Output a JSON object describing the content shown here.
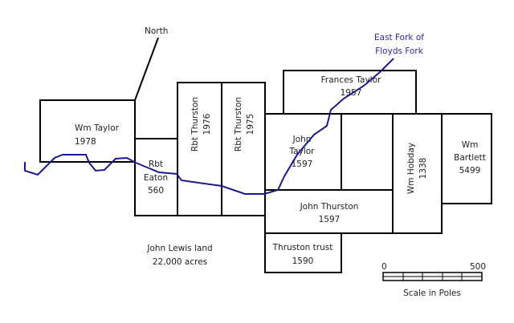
{
  "north_label": "North",
  "river": {
    "label_line1": "East Fork of",
    "label_line2": "Floyds Fork",
    "color": "#1a1a8c"
  },
  "lots": {
    "wm_taylor": {
      "name": "Wm Taylor",
      "number": "1978"
    },
    "rbt_eaton": {
      "name1": "Rbt",
      "name2": "Eaton",
      "number": "560"
    },
    "rbt_thurston_1976": {
      "name": "Rbt Thurston",
      "number": "1976"
    },
    "rbt_thurston_1975": {
      "name": "Rbt Thurston",
      "number": "1975"
    },
    "frances_taylor": {
      "name": "Frances Taylor",
      "number": "1957"
    },
    "john_taylor": {
      "name1": "John",
      "name2": "Taylor",
      "number": "1597"
    },
    "john_thurston": {
      "name": "John Thurston",
      "number": "1597"
    },
    "wm_hobday": {
      "name": "Wm Hobday",
      "number": "1338"
    },
    "wm_bartlett": {
      "name1": "Wm",
      "name2": "Bartlett",
      "number": "5499"
    },
    "thruston_trust": {
      "name": "Thruston trust",
      "number": "1590"
    }
  },
  "john_lewis": {
    "name": "John Lewis land",
    "area": "22,000 acres"
  },
  "scale": {
    "min": "0",
    "max": "500",
    "label": "Scale in Poles"
  }
}
